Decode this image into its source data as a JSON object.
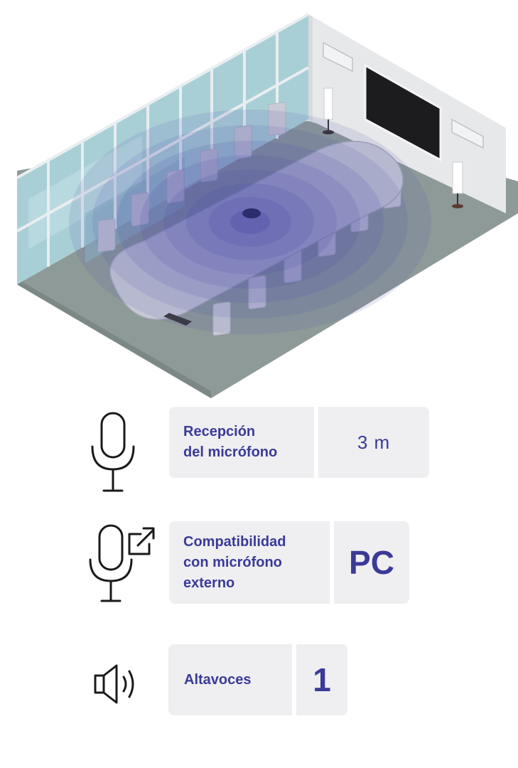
{
  "colors": {
    "accent": "#3a3a99",
    "card_bg": "#efeff1",
    "icon_stroke": "#1a1a1a",
    "pickup_zone": "#4a4aa8",
    "floor": "#8e9a98",
    "wall": "#e7e8ea",
    "glass": "#a9cfd6"
  },
  "room_illustration": {
    "icon": "conference-room-illustration"
  },
  "specs": [
    {
      "icon": "microphone-icon",
      "label": "Recepción\ndel micrófono",
      "value": "3 m"
    },
    {
      "icon": "external-microphone-icon",
      "label": "Compatibilidad\ncon micrófono\nexterno",
      "value": "PC"
    },
    {
      "icon": "speaker-icon",
      "label": "Altavoces",
      "value": "1"
    }
  ]
}
